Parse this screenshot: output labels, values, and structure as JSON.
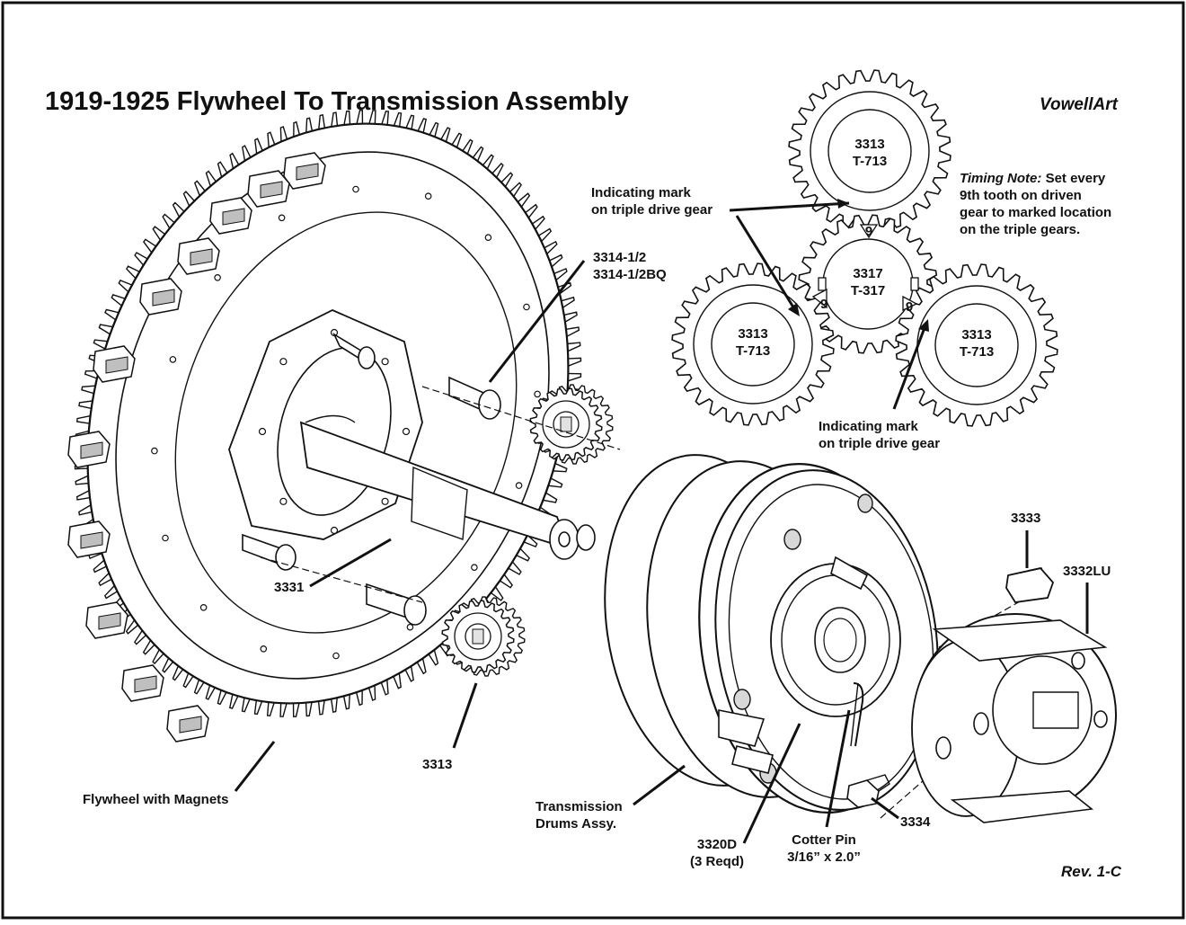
{
  "title": "1919-1925 Flywheel To Transmission Assembly",
  "credit": "VowellArt",
  "revision": "Rev. 1-C",
  "timing_note": {
    "lead": "Timing Note:",
    "line1": "Set every",
    "line2": "9th tooth on driven",
    "line3": "gear to marked location",
    "line4": "on the triple gears."
  },
  "gears": {
    "top": {
      "line1": "3313",
      "line2": "T-713"
    },
    "left": {
      "line1": "3313",
      "line2": "T-713"
    },
    "right": {
      "line1": "3313",
      "line2": "T-713"
    },
    "center": {
      "line1": "3317",
      "line2": "T-317"
    },
    "tooth_mark": "9"
  },
  "callouts": {
    "indicating_mark_top": {
      "line1": "Indicating mark",
      "line2": "on triple drive gear"
    },
    "indicating_mark_bottom": {
      "line1": "Indicating mark",
      "line2": "on triple drive gear"
    },
    "part_3314": {
      "line1": "3314-1/2",
      "line2": "3314-1/2BQ"
    },
    "part_3331": "3331",
    "part_3313": "3313",
    "flywheel": "Flywheel with Magnets",
    "drums": {
      "line1": "Transmission",
      "line2": "Drums Assy."
    },
    "part_3320D": {
      "line1": "3320D",
      "line2": "(3 Reqd)"
    },
    "cotter_pin": {
      "line1": "Cotter Pin",
      "line2": "3/16” x 2.0”"
    },
    "part_3334": "3334",
    "part_3333": "3333",
    "part_3332LU": "3332LU"
  }
}
